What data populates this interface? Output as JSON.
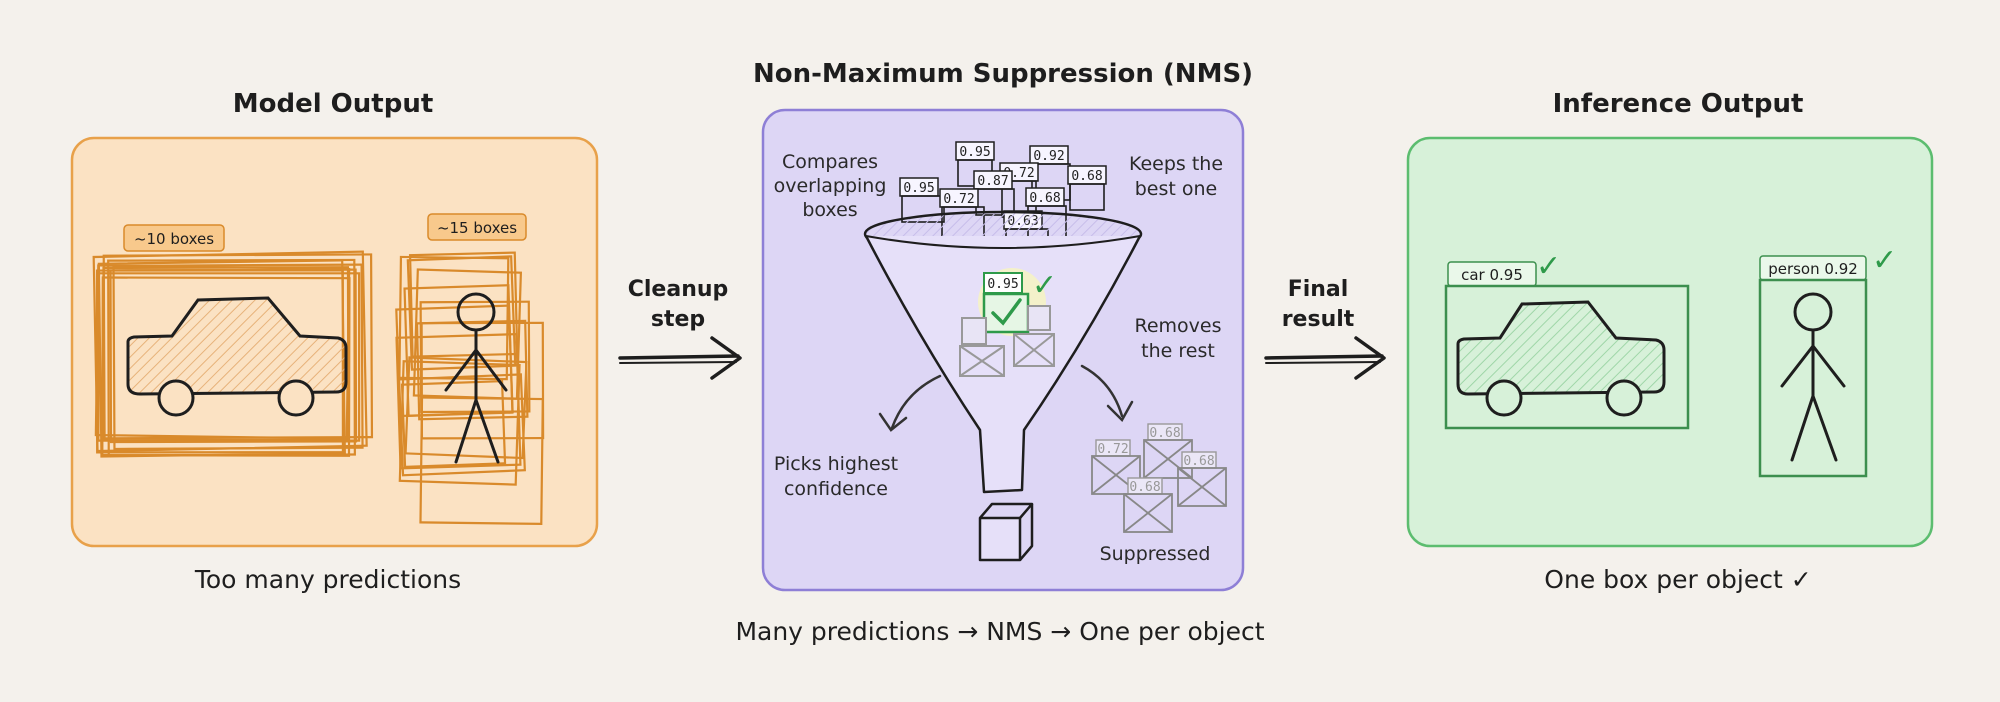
{
  "left_panel": {
    "title": "Model Output",
    "caption": "Too many predictions",
    "car_badge": "~10 boxes",
    "person_badge": "~15 boxes"
  },
  "step1": {
    "line1": "Cleanup",
    "line2": "step"
  },
  "middle_panel": {
    "title": "Non-Maximum Suppression (NMS)",
    "note_compare": [
      "Compares",
      "overlapping",
      "boxes"
    ],
    "note_keep": [
      "Keeps the",
      "best one"
    ],
    "note_removes": [
      "Removes",
      "the rest"
    ],
    "note_picks": [
      "Picks highest",
      "confidence"
    ],
    "note_suppressed": "Suppressed",
    "scores_top": [
      "0.95",
      "0.92",
      "0.95",
      "0.72",
      "0.87",
      "0.72",
      "0.68",
      "0.68",
      "0.63"
    ],
    "winner_score": "0.95",
    "suppressed_scores": [
      "0.72",
      "0.68",
      "0.68",
      "0.68"
    ],
    "flow_caption": "Many predictions → NMS → One per object"
  },
  "step2": {
    "line1": "Final",
    "line2": "result"
  },
  "right_panel": {
    "title": "Inference Output",
    "caption": "One box per object ✓",
    "car_label": "car 0.95",
    "person_label": "person 0.92"
  },
  "colors": {
    "left_fill": "#fbe2c3",
    "left_stroke": "#e8a14a",
    "box_orange": "#d98a2b",
    "middle_fill": "#ddd6f5",
    "middle_stroke": "#8e7fd6",
    "right_fill": "#d7f1d9",
    "right_stroke": "#5cbd6f",
    "ink": "#1e1e1e"
  }
}
